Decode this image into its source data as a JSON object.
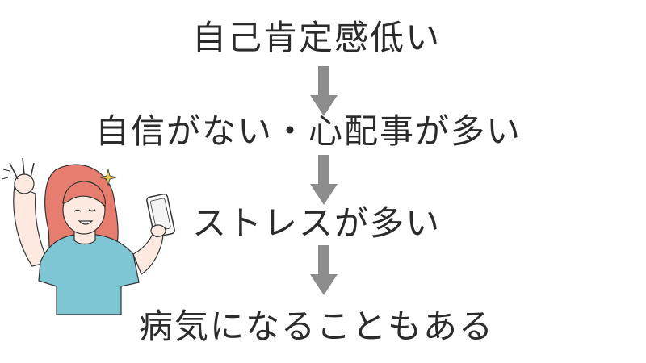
{
  "flow": {
    "steps": [
      "自己肯定感低い",
      "自信がない・心配事が多い",
      "ストレスが多い",
      "病気になることもある"
    ]
  },
  "colors": {
    "text": "#2b2b2b",
    "arrow": "#8c8c8c",
    "shirt": "#7fc6d4",
    "hair": "#e77d6f",
    "skin": "#fde9e0",
    "phone": "#ffffff"
  },
  "icons": {
    "arrow": "down-arrow-icon",
    "illustration": "woman-ok-gesture-phone"
  }
}
